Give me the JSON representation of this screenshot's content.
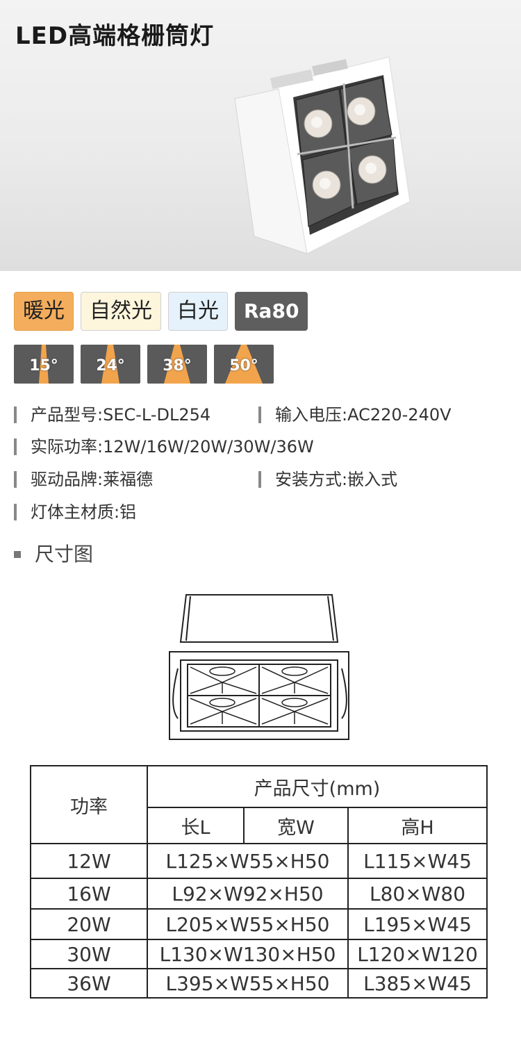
{
  "title": "LED高端格栅筒灯",
  "light_colors": [
    "暖光",
    "自然光",
    "白光",
    "Ra80"
  ],
  "beam_angles": [
    "15°",
    "24°",
    "38°",
    "50°"
  ],
  "specs": {
    "model": "产品型号:SEC-L-DL254",
    "voltage": "输入电压:AC220-240V",
    "power": "实际功率:12W/16W/20W/30W/36W",
    "driver": "驱动品牌:莱福德",
    "install": "安装方式:嵌入式",
    "material": "灯体主材质:铝"
  },
  "section_title": "尺寸图",
  "table": {
    "col_power": "功率",
    "col_size": "产品尺寸(mm)",
    "col_length": "长L",
    "col_width": "宽W",
    "col_height": "高H",
    "rows": [
      {
        "power": "12W",
        "size": "L125×W55×H50",
        "cutout": "L115×W45"
      },
      {
        "power": "16W",
        "size": "L92×W92×H50",
        "cutout": "L80×W80"
      },
      {
        "power": "20W",
        "size": "L205×W55×H50",
        "cutout": "L195×W45"
      },
      {
        "power": "30W",
        "size": "L130×W130×H50",
        "cutout": "L120×W120"
      },
      {
        "power": "36W",
        "size": "L395×W55×H50",
        "cutout": "L385×W45"
      }
    ]
  }
}
